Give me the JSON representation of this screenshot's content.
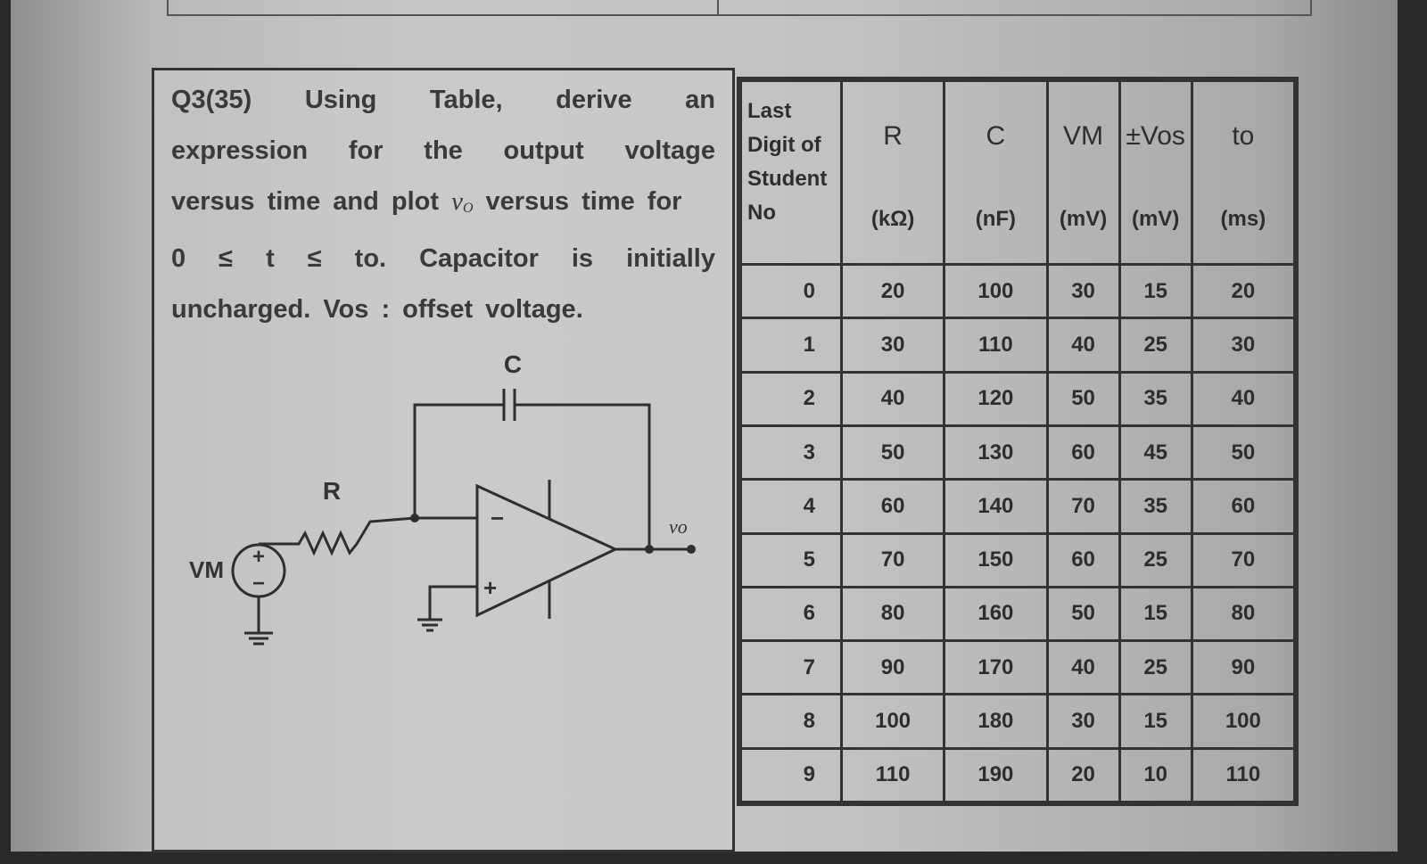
{
  "question": {
    "label": "Q3(35)",
    "line1_words": [
      "Using",
      "Table,",
      "derive",
      "an"
    ],
    "line2": "expression for the output voltage",
    "line3_pre": "versus time and plot",
    "vo_symbol": "v",
    "vo_sub": "O",
    "line3_post": "versus time for",
    "line4": "0 ≤ t ≤ to. Capacitor is initially",
    "line5": "uncharged. Vos : offset voltage."
  },
  "circuit": {
    "labels": {
      "capacitor": "C",
      "resistor": "R",
      "source": "VM",
      "output": "vo",
      "minus": "−",
      "plus": "+"
    }
  },
  "table": {
    "header_first": [
      "Last",
      "Digit of",
      "Student",
      "No"
    ],
    "columns": [
      {
        "symbol": "R",
        "unit": "(kΩ)"
      },
      {
        "symbol": "C",
        "unit": "(nF)"
      },
      {
        "symbol": "VM",
        "unit": "(mV)"
      },
      {
        "symbol": "±Vos",
        "unit": "(mV)"
      },
      {
        "symbol": "to",
        "unit": "(ms)"
      }
    ],
    "rows": [
      [
        "0",
        "20",
        "100",
        "30",
        "15",
        "20"
      ],
      [
        "1",
        "30",
        "110",
        "40",
        "25",
        "30"
      ],
      [
        "2",
        "40",
        "120",
        "50",
        "35",
        "40"
      ],
      [
        "3",
        "50",
        "130",
        "60",
        "45",
        "50"
      ],
      [
        "4",
        "60",
        "140",
        "70",
        "35",
        "60"
      ],
      [
        "5",
        "70",
        "150",
        "60",
        "25",
        "70"
      ],
      [
        "6",
        "80",
        "160",
        "50",
        "15",
        "80"
      ],
      [
        "7",
        "90",
        "170",
        "40",
        "25",
        "90"
      ],
      [
        "8",
        "100",
        "180",
        "30",
        "15",
        "100"
      ],
      [
        "9",
        "110",
        "190",
        "20",
        "10",
        "110"
      ]
    ]
  }
}
